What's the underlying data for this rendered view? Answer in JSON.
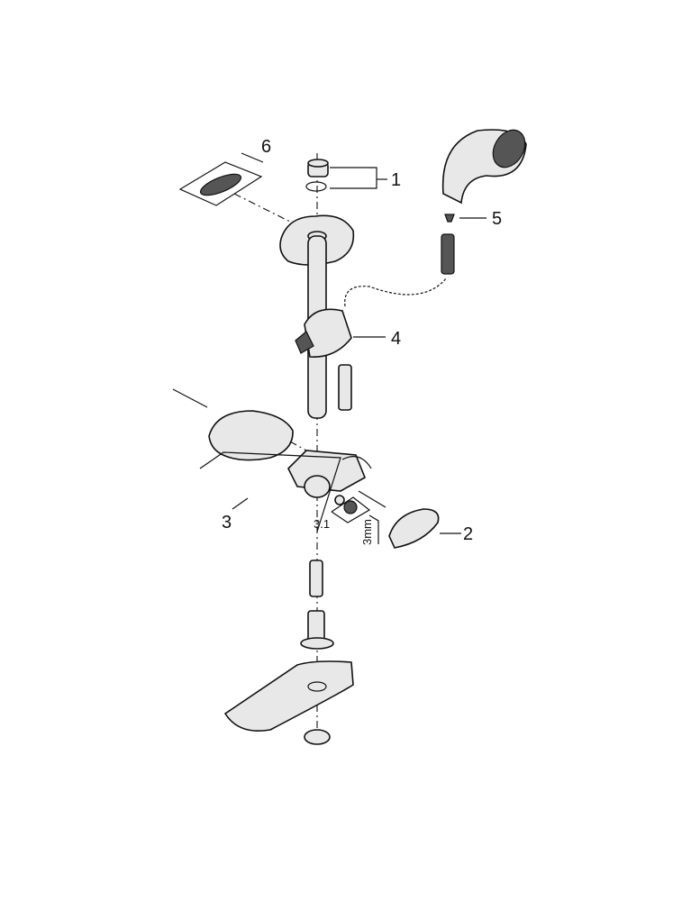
{
  "diagram": {
    "callouts": {
      "c1": "1",
      "c2": "2",
      "c3": "3",
      "c3_1": "3.1",
      "c4": "4",
      "c5": "5",
      "c6": "6"
    },
    "tool_label": "3mm"
  }
}
